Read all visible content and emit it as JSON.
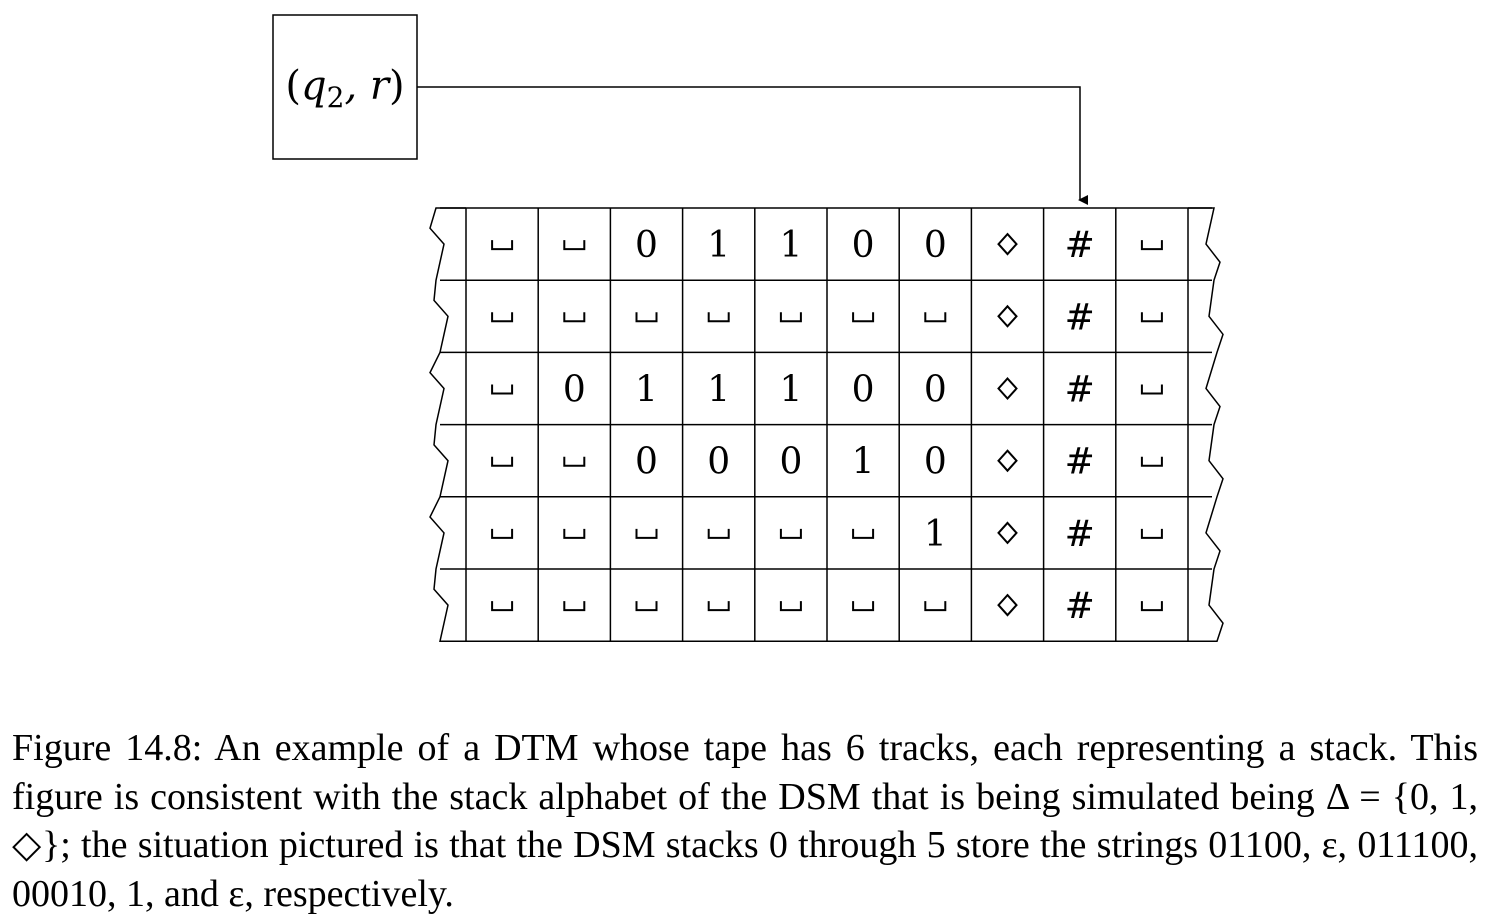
{
  "control": {
    "state": "q",
    "state_subscript": "2",
    "direction": "r"
  },
  "tape": {
    "tracks": [
      [
        "␣",
        "␣",
        "0",
        "1",
        "1",
        "0",
        "0",
        "◇",
        "#",
        "␣"
      ],
      [
        "␣",
        "␣",
        "␣",
        "␣",
        "␣",
        "␣",
        "␣",
        "◇",
        "#",
        "␣"
      ],
      [
        "␣",
        "0",
        "1",
        "1",
        "1",
        "0",
        "0",
        "◇",
        "#",
        "␣"
      ],
      [
        "␣",
        "␣",
        "0",
        "0",
        "0",
        "1",
        "0",
        "◇",
        "#",
        "␣"
      ],
      [
        "␣",
        "␣",
        "␣",
        "␣",
        "␣",
        "␣",
        "1",
        "◇",
        "#",
        "␣"
      ],
      [
        "␣",
        "␣",
        "␣",
        "␣",
        "␣",
        "␣",
        "␣",
        "◇",
        "#",
        "␣"
      ]
    ],
    "head_column": 8
  },
  "caption": {
    "text": "Figure 14.8: An example of a DTM whose tape has 6 tracks, each representing a stack. This figure is consistent with the stack alphabet of the DSM that is being simulated being Δ = {0, 1, ◇}; the situation pictured is that the DSM stacks 0 through 5 store the strings 01100, ε, 011100, 00010, 1, and ε, respectively."
  }
}
